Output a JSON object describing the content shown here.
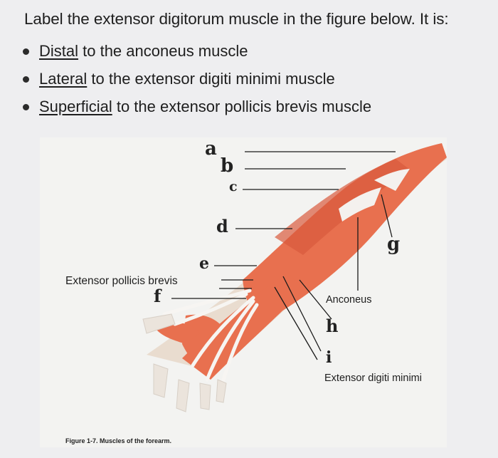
{
  "question": {
    "text": "Label the extensor digitorum muscle in the figure below. It is:"
  },
  "hints": [
    {
      "term": "Distal",
      "rest": " to the anconeus muscle"
    },
    {
      "term": "Lateral",
      "rest": " to the extensor digiti minimi muscle"
    },
    {
      "term": "Superficial",
      "rest": " to the extensor pollicis brevis muscle"
    }
  ],
  "figure": {
    "caption": "Figure 1-7. Muscles of the forearm.",
    "letters": {
      "a": "a",
      "b": "b",
      "c": "c",
      "d": "d",
      "e": "e",
      "f": "f",
      "g": "g",
      "h": "h",
      "i": "i"
    },
    "texts": {
      "extensor_pollicis_brevis": "Extensor pollicis brevis",
      "anconeus": "Anconeus",
      "extensor_digiti_minimi": "Extensor digiti minimi"
    }
  },
  "colors": {
    "muscle": "#e8704f",
    "muscle_dark": "#c94c33",
    "tendon": "#f4f1ee",
    "bone": "#e9dccf",
    "background": "#eeeef0",
    "figure_bg": "#f3f3f1"
  }
}
